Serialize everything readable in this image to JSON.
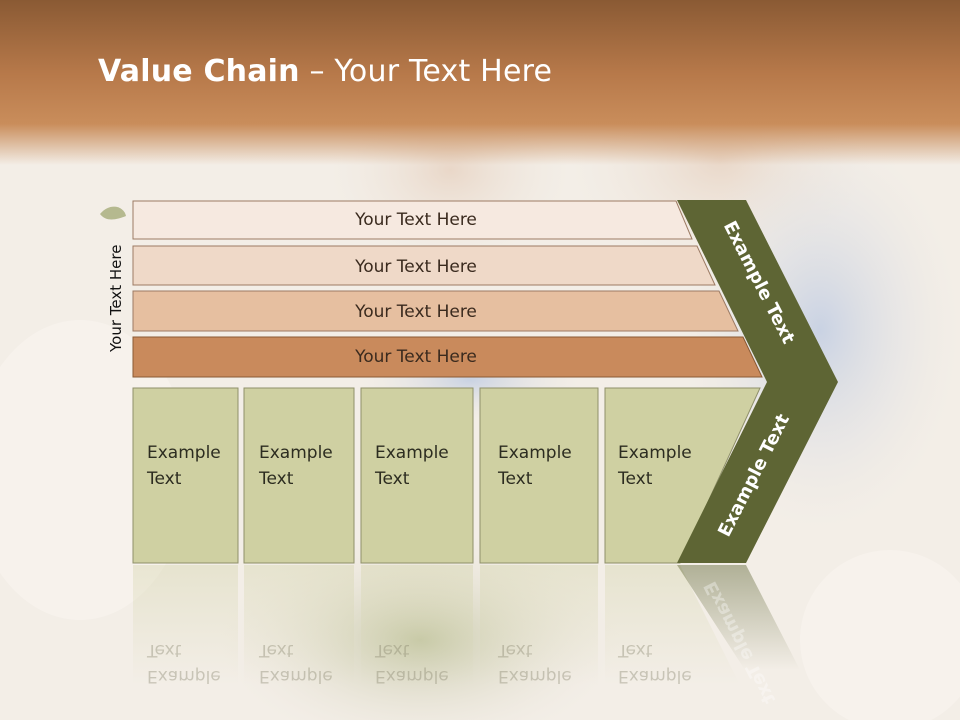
{
  "slide": {
    "title_bold": "Value Chain",
    "title_rest": " – Your Text Here",
    "side_label": "Your Text Here"
  },
  "bars": [
    {
      "label": "Your Text Here",
      "color": "#f6e9e0"
    },
    {
      "label": "Your Text Here",
      "color": "#efd9c8"
    },
    {
      "label": "Your Text Here",
      "color": "#e6bfa0"
    },
    {
      "label": "Your Text Here",
      "color": "#c98a5c"
    }
  ],
  "boxes": [
    {
      "line1": "Example",
      "line2": "Text"
    },
    {
      "line1": "Example",
      "line2": "Text"
    },
    {
      "line1": "Example",
      "line2": "Text"
    },
    {
      "line1": "Example",
      "line2": "Text"
    },
    {
      "line1": "Example",
      "line2": "Text"
    }
  ],
  "chevron": {
    "upper_label": "Example Text",
    "lower_label": "Example Text",
    "color": "#5e6534"
  },
  "colors": {
    "header": "#b7794a",
    "box_fill": "#cfd0a2",
    "box_border": "#8f906a"
  }
}
